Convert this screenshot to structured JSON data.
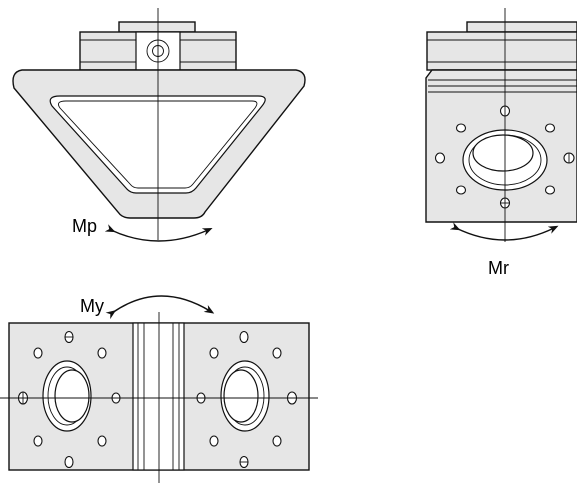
{
  "labels": {
    "pitch": "Mp",
    "roll": "Mr",
    "yaw": "My"
  },
  "colors": {
    "line": "#111111",
    "fill": "#e6e6e6",
    "background": "#ffffff"
  }
}
